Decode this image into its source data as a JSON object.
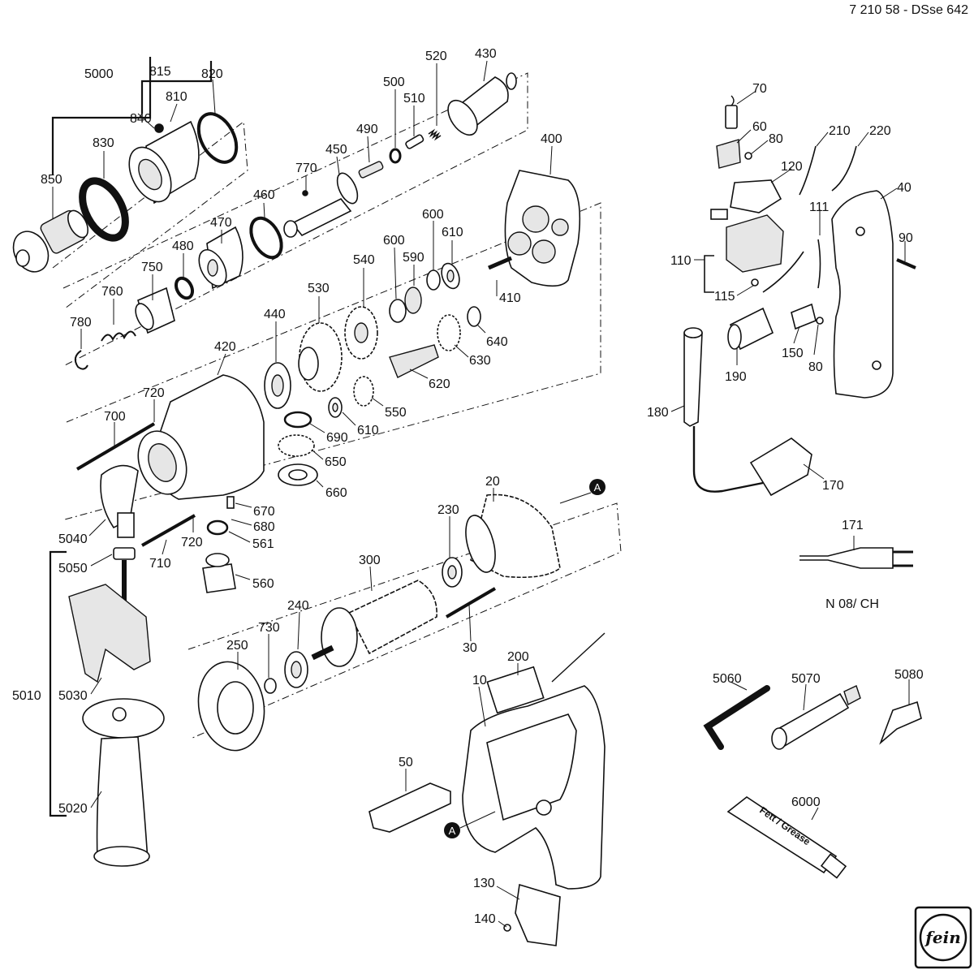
{
  "header": {
    "doc_code": "7 210 58 - DSse 642"
  },
  "variant_note": "N 08/ CH",
  "connector_marker": "A",
  "brand_logo": {
    "name": "fein-logo",
    "text": "fein"
  },
  "tube_label": "Fett / Grease",
  "labels": {
    "p5000": "5000",
    "p815": "815",
    "p820": "820",
    "p810": "810",
    "p840": "840",
    "p830": "830",
    "p850": "850",
    "p520": "520",
    "p430": "430",
    "p500": "500",
    "p510": "510",
    "p490": "490",
    "p450": "450",
    "p770": "770",
    "p460": "460",
    "p470": "470",
    "p480": "480",
    "p750": "750",
    "p760": "760",
    "p780": "780",
    "p400": "400",
    "p600a": "600",
    "p600b": "600",
    "p610a": "610",
    "p540": "540",
    "p590": "590",
    "p410": "410",
    "p530": "530",
    "p440": "440",
    "p420": "420",
    "p640": "640",
    "p630": "630",
    "p620": "620",
    "p720a": "720",
    "p700": "700",
    "p610b": "610",
    "p550": "550",
    "p690": "690",
    "p650": "650",
    "p660": "660",
    "p670": "670",
    "p680": "680",
    "p561": "561",
    "p560": "560",
    "p720b": "720",
    "p710": "710",
    "p5040": "5040",
    "p5050": "5050",
    "p5010": "5010",
    "p5030": "5030",
    "p5020": "5020",
    "p20": "20",
    "p230": "230",
    "p300": "300",
    "p240": "240",
    "p730": "730",
    "p250": "250",
    "p30": "30",
    "p200": "200",
    "p10": "10",
    "p50": "50",
    "p130": "130",
    "p140": "140",
    "p70": "70",
    "p60": "60",
    "p80a": "80",
    "p210": "210",
    "p220": "220",
    "p120": "120",
    "p40": "40",
    "p111": "111",
    "p90": "90",
    "p110": "110",
    "p115": "115",
    "p150": "150",
    "p80b": "80",
    "p190": "190",
    "p180": "180",
    "p170": "170",
    "p171": "171",
    "p5060": "5060",
    "p5070": "5070",
    "p5080": "5080",
    "p6000": "6000"
  }
}
